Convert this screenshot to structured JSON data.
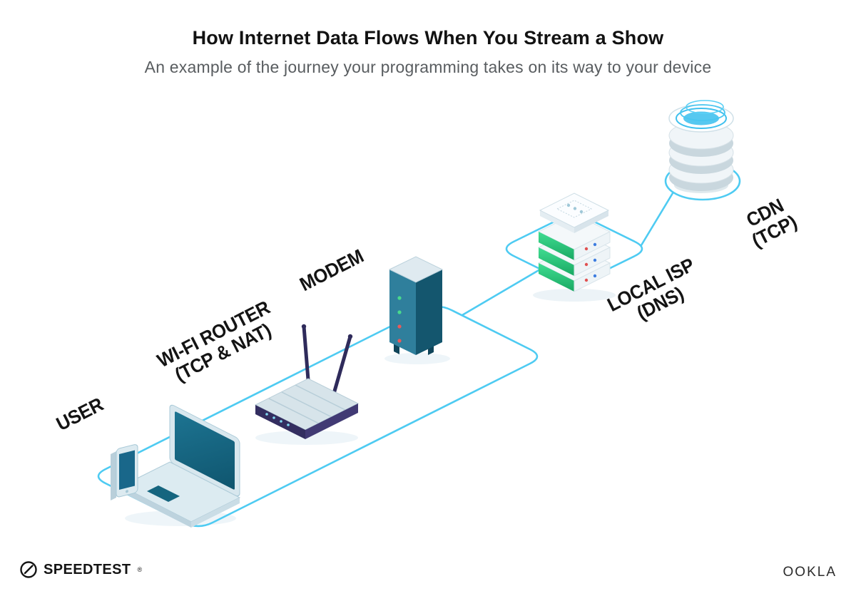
{
  "header": {
    "title": "How Internet Data Flows When You Stream a Show",
    "subtitle": "An example of the journey your programming takes on its way to your device"
  },
  "nodes": {
    "user": {
      "label": "USER",
      "icons": [
        "smartphone-icon",
        "laptop-icon"
      ]
    },
    "wifi_router": {
      "line1": "WI-FI ROUTER",
      "line2": "(TCP & NAT)",
      "icons": [
        "router-icon"
      ]
    },
    "modem": {
      "label": "MODEM",
      "icons": [
        "modem-icon"
      ]
    },
    "local_isp": {
      "line1": "LOCAL ISP",
      "line2": "(DNS)",
      "icons": [
        "server-stack-icon"
      ]
    },
    "cdn": {
      "line1": "CDN",
      "line2": "(TCP)",
      "icons": [
        "database-icon"
      ]
    }
  },
  "flow_order": [
    "USER",
    "WI-FI ROUTER (TCP & NAT)",
    "MODEM",
    "LOCAL ISP (DNS)",
    "CDN (TCP)"
  ],
  "footer": {
    "speedtest_label": "SPEEDTEST",
    "speedtest_mark": "®",
    "ookla_label": "OOKLA"
  },
  "colors": {
    "path_cyan": "#4ecbf2",
    "device_teal_dark": "#15657f",
    "device_teal_mid": "#2f7f9c",
    "router_navy": "#332e60",
    "server_green": "#2bc97a",
    "led_green": "#49d98c",
    "led_red": "#e85a5a",
    "dot_blue": "#3d7de0",
    "title_text": "#121212",
    "subtitle_text": "#595d60"
  }
}
